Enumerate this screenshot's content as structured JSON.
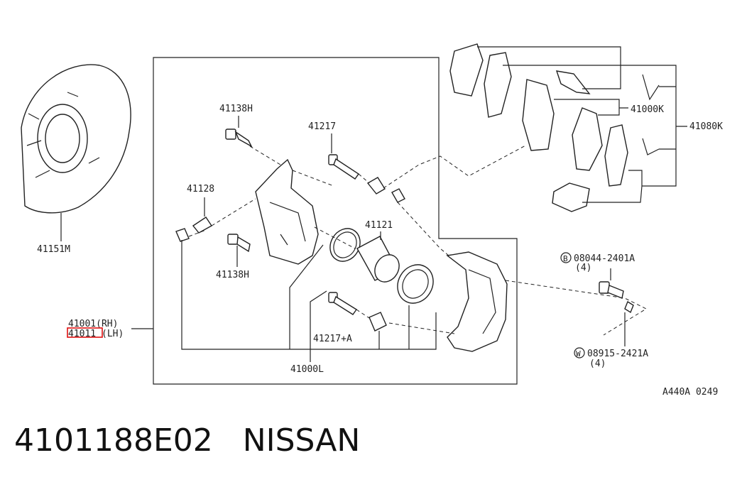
{
  "diagram": {
    "labels": {
      "p41138h_top": "41138H",
      "p41217": "41217",
      "p41128": "41128",
      "p41121": "41121",
      "p41138h_bot": "41138H",
      "p41217a": "41217+A",
      "p41000l": "41000L",
      "p41151m": "41151M",
      "p41001": "41001(RH)",
      "p41011_num": "41011",
      "p41011_side": "(LH)",
      "p41000k": "41000K",
      "p41080k": "41080K",
      "bolt_circle": "B",
      "bolt_code": "08044-2401A",
      "bolt_qty": "(4)",
      "washer_circle": "W",
      "washer_code": "08915-2421A",
      "washer_qty": "(4)",
      "ref_code": "A440A 0249"
    },
    "highlight_color": "#e01010"
  },
  "caption": {
    "part_number": "4101188E02",
    "brand": "NISSAN"
  }
}
